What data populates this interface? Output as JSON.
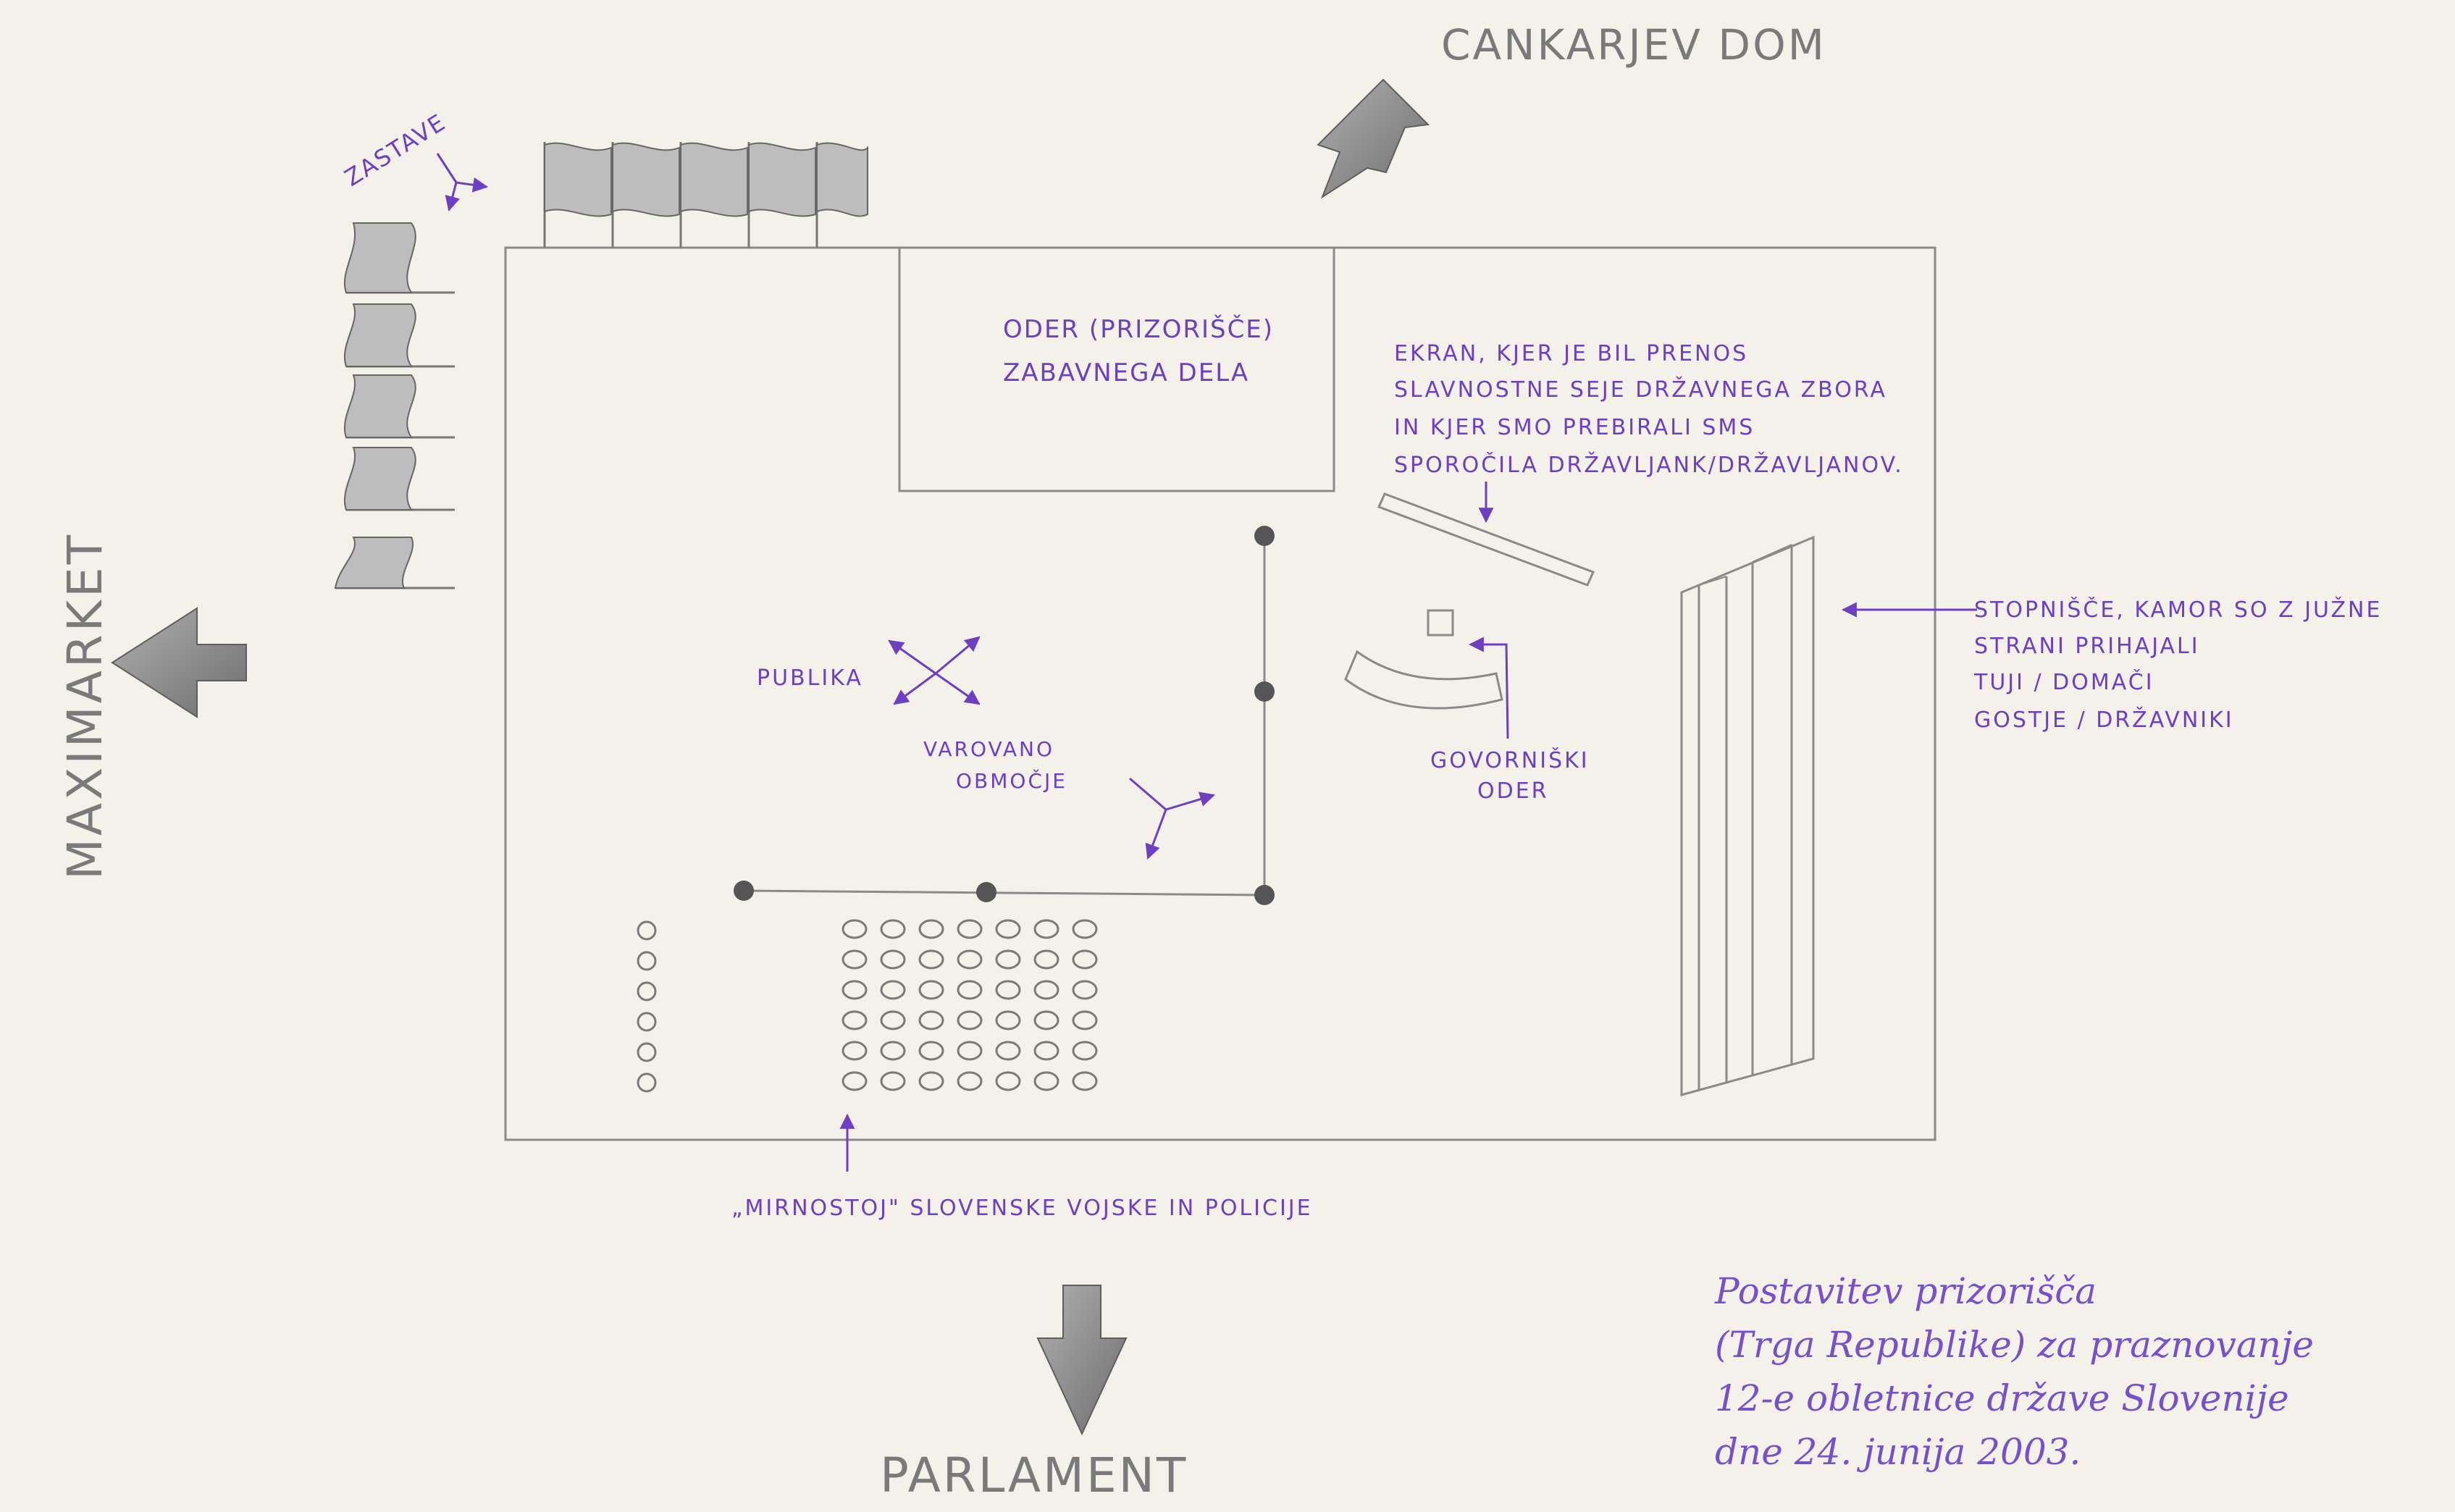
{
  "directions": {
    "north": "CANKARJEV DOM",
    "west": "MAXIMARKET",
    "south": "PARLAMENT"
  },
  "labels": {
    "flags": "ZASTAVE",
    "stage_line1": "ODER (PRIZORIŠČE)",
    "stage_line2": "ZABAVNEGA DELA",
    "screen_line1": "EKRAN, KJER JE BIL PRENOS",
    "screen_line2": "SLAVNOSTNE SEJE DRŽAVNEGA ZBORA",
    "screen_line3": "IN KJER SMO PREBIRALI SMS",
    "screen_line4": "SPOROČILA DRŽAVLJANK/DRŽAVLJANOV.",
    "stairs_line1": "STOPNIŠČE, KAMOR SO Z JUŽNE",
    "stairs_line2": "STRANI PRIHAJALI",
    "stairs_line3": "TUJI / DOMAČI",
    "stairs_line4": "GOSTJE / DRŽAVNIKI",
    "audience": "PUBLIKA",
    "protected_line1": "VAROVANO",
    "protected_line2": "OBMOČJE",
    "podium_line1": "GOVORNIŠKI",
    "podium_line2": "ODER",
    "guard": "„MIRNOSTOJ\" SLOVENSKE VOJSKE IN POLICIJE"
  },
  "caption": {
    "line1": "Postavitev prizorišča",
    "line2": "(Trga Republike) za praznovanje",
    "line3": "12-e obletnice države Slovenije",
    "line4": "dne 24. junija 2003."
  },
  "colors": {
    "paper": "#f3f1e9",
    "pencil": "#8a8a8a",
    "violet_ink": "#6c3fc4"
  }
}
